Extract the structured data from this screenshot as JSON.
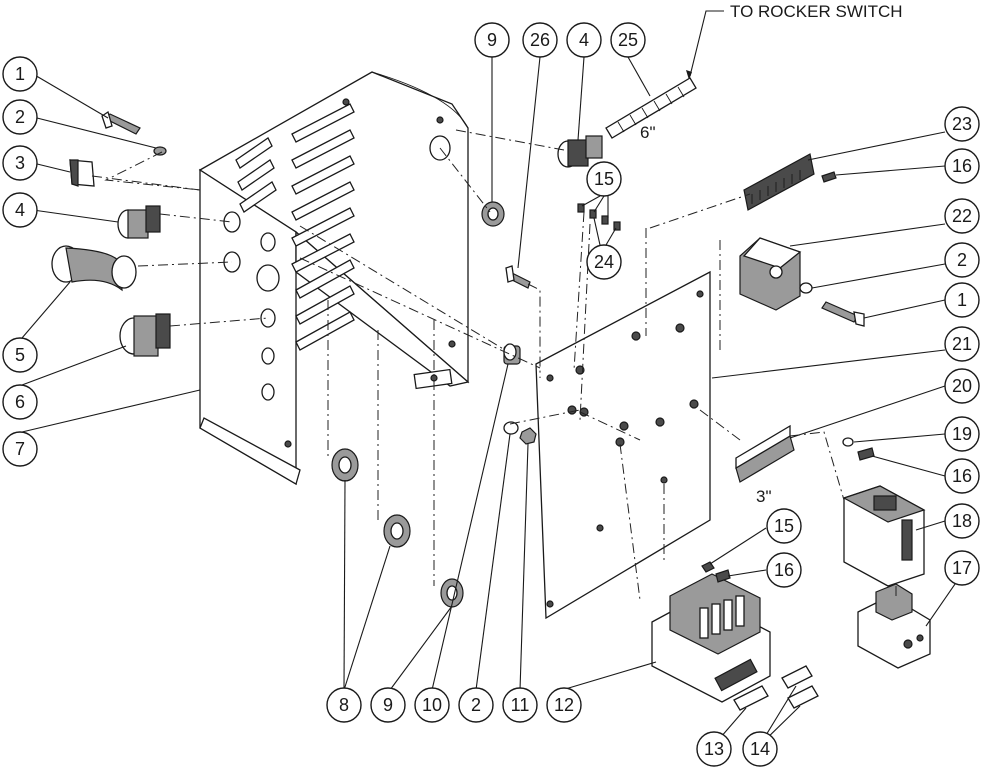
{
  "labels": {
    "to_rocker_switch": "TO ROCKER SWITCH",
    "length_6in": "6\"",
    "length_3in": "3\""
  },
  "callouts": [
    {
      "id": "c1-left",
      "text": "1"
    },
    {
      "id": "c2-left",
      "text": "2"
    },
    {
      "id": "c3",
      "text": "3"
    },
    {
      "id": "c4-left",
      "text": "4"
    },
    {
      "id": "c5",
      "text": "5"
    },
    {
      "id": "c6",
      "text": "6"
    },
    {
      "id": "c7",
      "text": "7"
    },
    {
      "id": "c9-top",
      "text": "9"
    },
    {
      "id": "c26",
      "text": "26"
    },
    {
      "id": "c4-top",
      "text": "4"
    },
    {
      "id": "c25",
      "text": "25"
    },
    {
      "id": "c23",
      "text": "23"
    },
    {
      "id": "c16-top",
      "text": "16"
    },
    {
      "id": "c15-top",
      "text": "15"
    },
    {
      "id": "c24",
      "text": "24"
    },
    {
      "id": "c22",
      "text": "22"
    },
    {
      "id": "c2-right",
      "text": "2"
    },
    {
      "id": "c1-right",
      "text": "1"
    },
    {
      "id": "c21",
      "text": "21"
    },
    {
      "id": "c20",
      "text": "20"
    },
    {
      "id": "c19",
      "text": "19"
    },
    {
      "id": "c16-mid",
      "text": "16"
    },
    {
      "id": "c18",
      "text": "18"
    },
    {
      "id": "c15-bottom",
      "text": "15"
    },
    {
      "id": "c16-bottom",
      "text": "16"
    },
    {
      "id": "c17",
      "text": "17"
    },
    {
      "id": "c8",
      "text": "8"
    },
    {
      "id": "c9-bottom",
      "text": "9"
    },
    {
      "id": "c10",
      "text": "10"
    },
    {
      "id": "c2-bottom",
      "text": "2"
    },
    {
      "id": "c11",
      "text": "11"
    },
    {
      "id": "c12",
      "text": "12"
    },
    {
      "id": "c13",
      "text": "13"
    },
    {
      "id": "c14",
      "text": "14"
    }
  ]
}
